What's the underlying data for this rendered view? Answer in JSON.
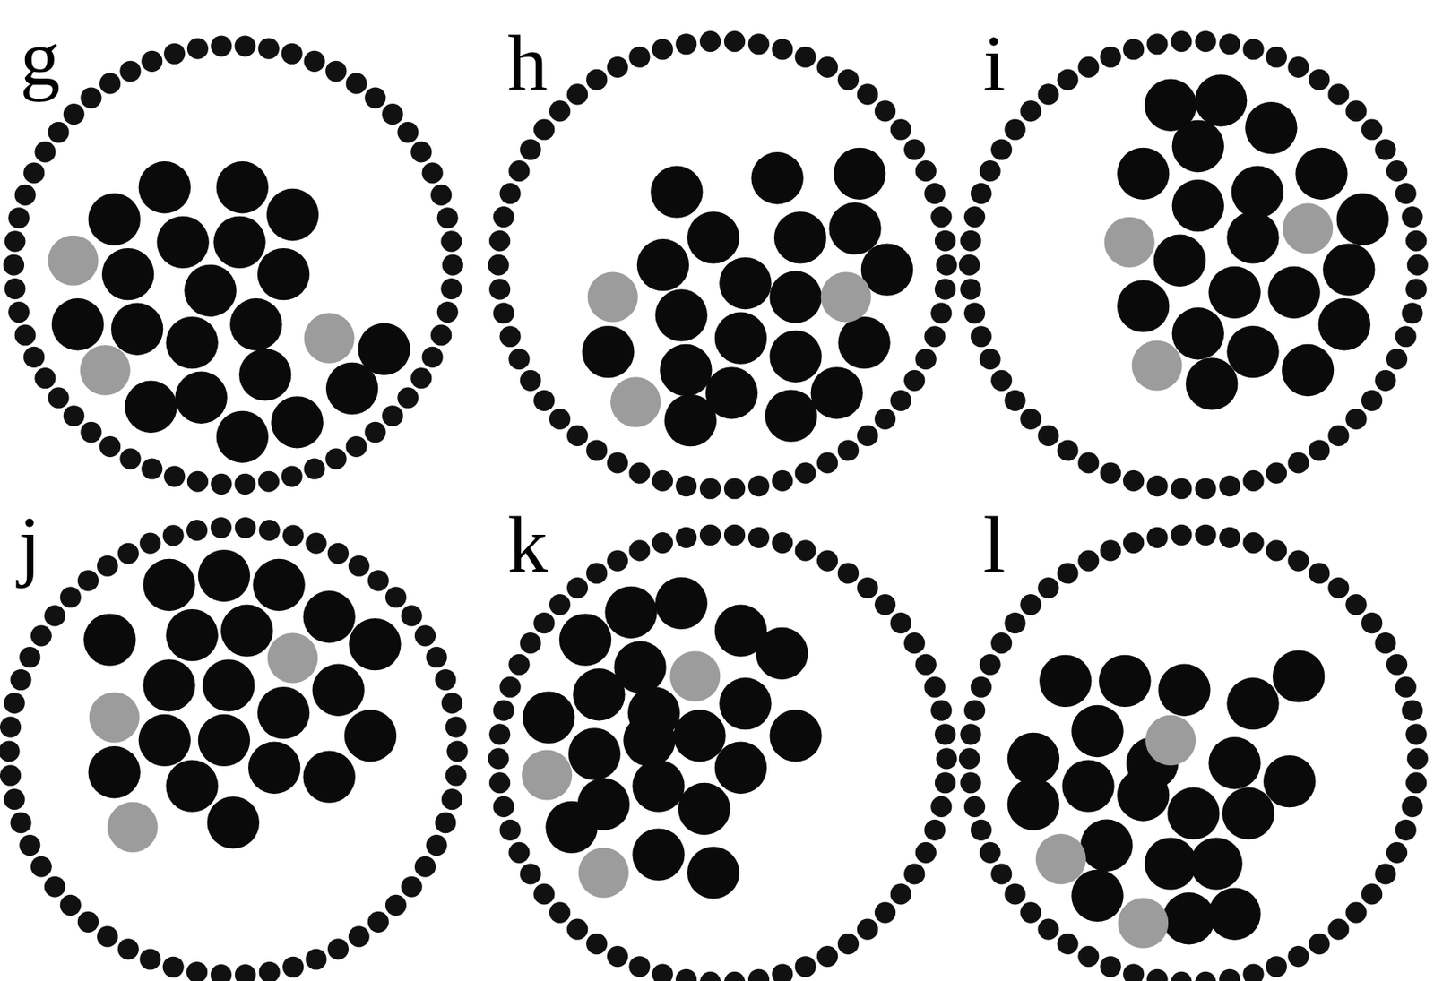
{
  "diagram": {
    "labels": [
      "g",
      "h",
      "i",
      "j",
      "k",
      "l"
    ]
  }
}
